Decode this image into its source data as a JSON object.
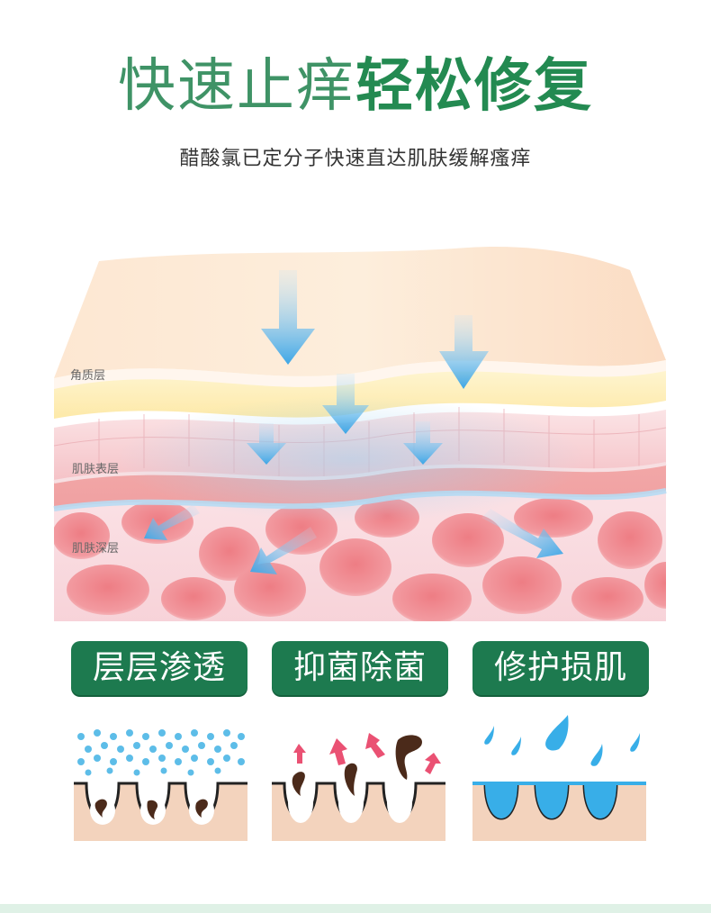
{
  "header": {
    "title_light": "快速止痒",
    "title_bold": "轻松修复",
    "subtitle": "醋酸氯已定分子快速直达肌肤缓解瘙痒"
  },
  "layers": {
    "top_label": "角质层",
    "middle_label": "肌肤表层",
    "deep_label": "肌肤深层"
  },
  "badges": [
    {
      "label": "层层渗透"
    },
    {
      "label": "抑菌除菌"
    },
    {
      "label": "修护损肌"
    }
  ],
  "colors": {
    "brand_green": "#1d7a4f",
    "title_green": "#2f8a5a",
    "arrow_blue": "#3da6e6",
    "cell_pink": "#e97a80",
    "skin_beige": "#f3d3bd",
    "bacteria_brown": "#4b2a1a",
    "drop_blue": "#38aee8"
  }
}
